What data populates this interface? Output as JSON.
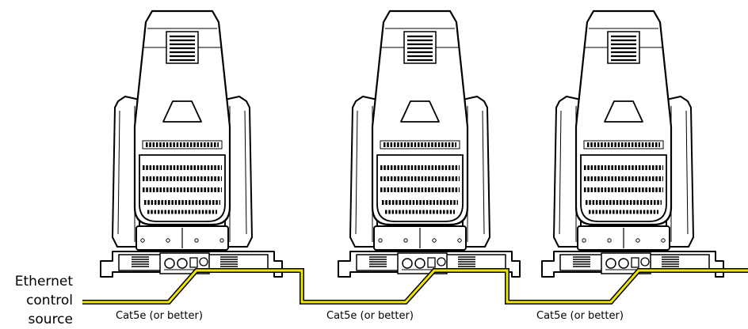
{
  "source": {
    "lines": [
      "Ethernet",
      "control",
      "source"
    ]
  },
  "fixtures": [
    {
      "id": "fixture-1",
      "cable_label": "Cat5e (or better)"
    },
    {
      "id": "fixture-2",
      "cable_label": "Cat5e (or better)"
    },
    {
      "id": "fixture-3",
      "cable_label": "Cat5e (or better)"
    }
  ],
  "colors": {
    "cable": "#f2e600",
    "line": "#000000",
    "background": "#ffffff"
  },
  "icons": {
    "fixture": "moving-head-light-icon",
    "cable": "ethernet-cable"
  }
}
